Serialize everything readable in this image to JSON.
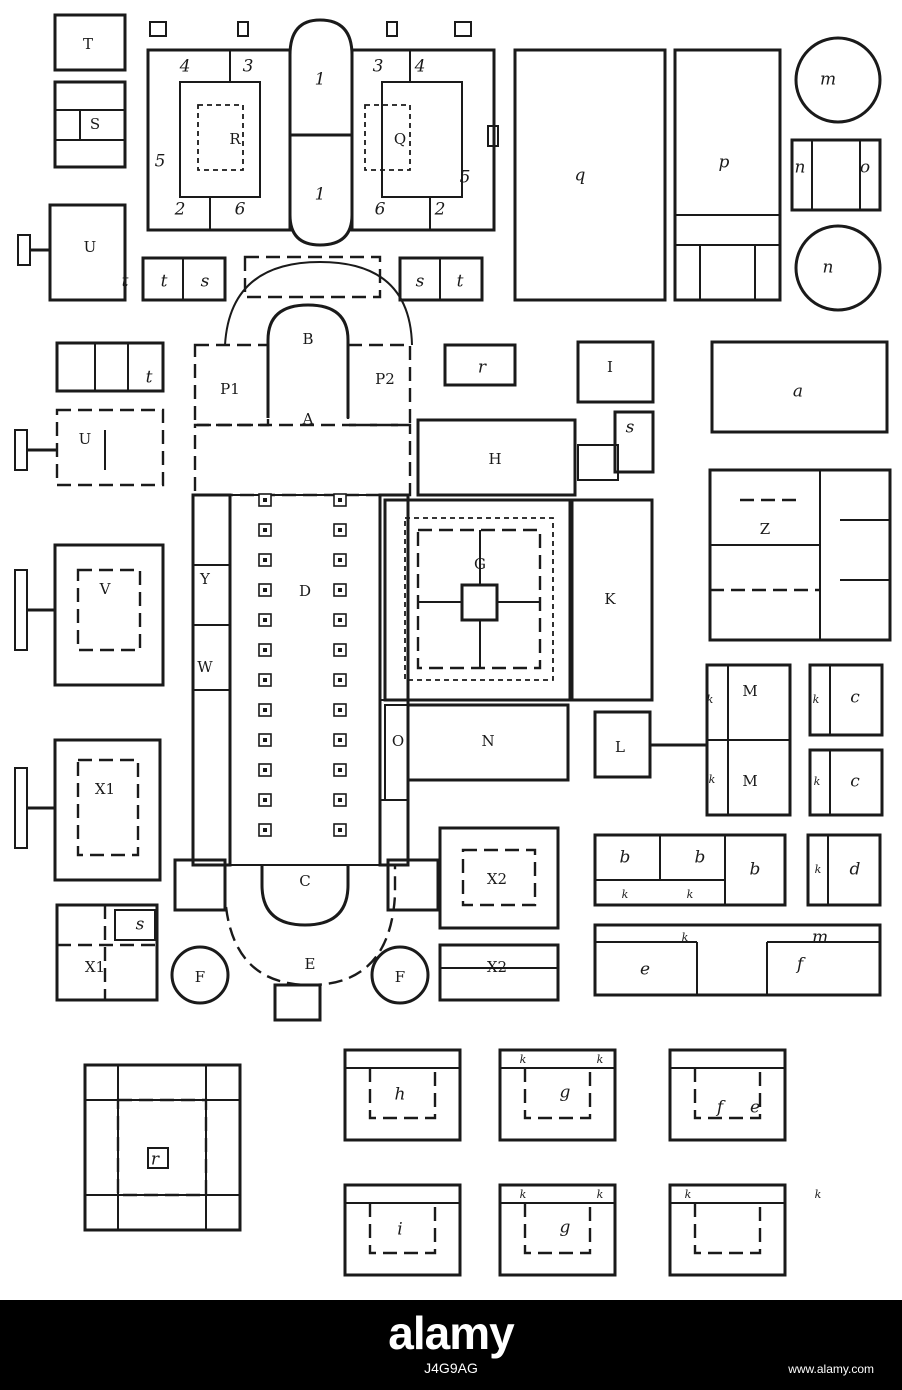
{
  "plan": {
    "labels": [
      "A",
      "B",
      "C",
      "D",
      "E",
      "F",
      "F",
      "G",
      "H",
      "I",
      "K",
      "L",
      "M",
      "M",
      "N",
      "O",
      "P1",
      "P2",
      "Q",
      "R",
      "S",
      "T",
      "U",
      "U",
      "V",
      "W",
      "X1",
      "X1",
      "X2",
      "X2",
      "Y",
      "Z",
      "1",
      "1",
      "2",
      "2",
      "3",
      "3",
      "4",
      "4",
      "5",
      "5",
      "6",
      "6",
      "a",
      "b",
      "b",
      "b",
      "c",
      "c",
      "d",
      "e",
      "e",
      "f",
      "f",
      "g",
      "g",
      "h",
      "i",
      "k",
      "k",
      "k",
      "k",
      "k",
      "k",
      "k",
      "k",
      "k",
      "k",
      "k",
      "k",
      "k",
      "k",
      "m",
      "m",
      "n",
      "n",
      "o",
      "p",
      "q",
      "r",
      "r",
      "s",
      "s",
      "s",
      "s",
      "t",
      "t",
      "t",
      "t"
    ]
  },
  "footer": {
    "brand": "alamy",
    "image_id": "J4G9AG",
    "url": "www.alamy.com"
  }
}
